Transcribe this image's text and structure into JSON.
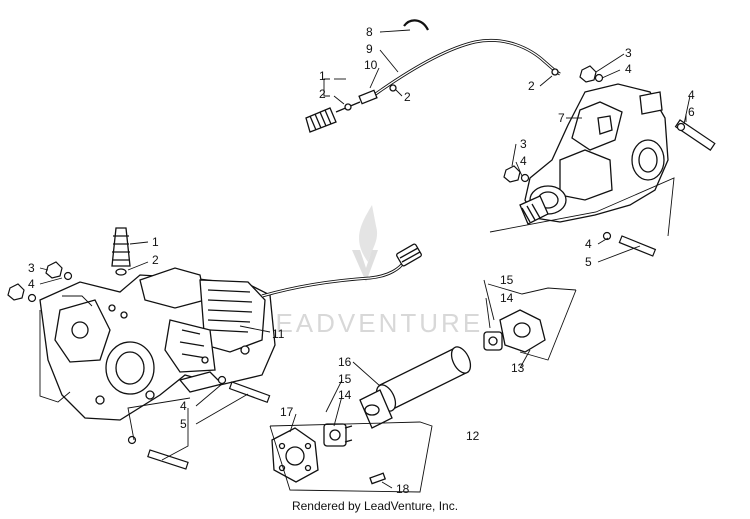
{
  "diagram": {
    "callouts": {
      "c1a": "1",
      "c2a": "2",
      "c10": "10",
      "c8": "8",
      "c9": "9",
      "c2b": "2",
      "c2c": "2",
      "c3a": "3",
      "c4a": "4",
      "c4b": "4",
      "c6": "6",
      "c7": "7",
      "c3b": "3",
      "c4c": "4",
      "c4d": "4",
      "c5a": "5",
      "c1b": "1",
      "c2d": "2",
      "c3c": "3",
      "c4e": "4",
      "c11": "11",
      "c15a": "15",
      "c14a": "14",
      "c13": "13",
      "c16": "16",
      "c15b": "15",
      "c14b": "14",
      "c17": "17",
      "c4f": "4",
      "c5b": "5",
      "c12": "12",
      "c18": "18"
    },
    "watermark": "LEADVENTURE",
    "footer": "Rendered by LeadVenture, Inc."
  }
}
